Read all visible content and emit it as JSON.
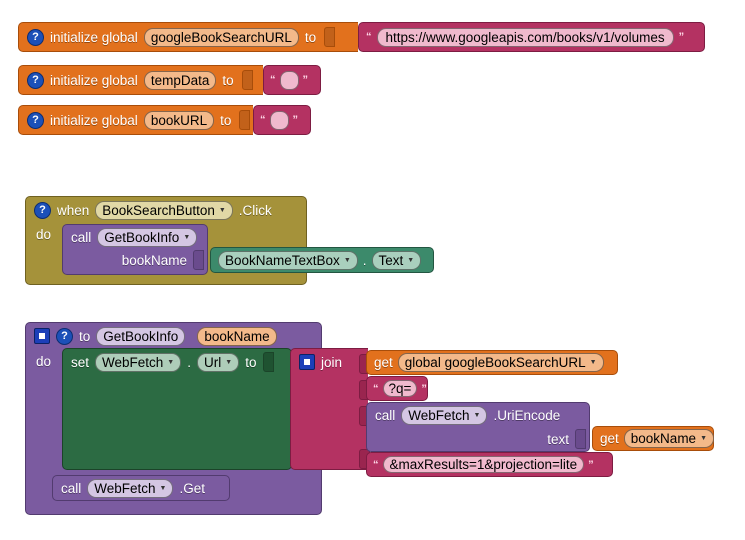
{
  "app": {
    "title": "MIT App Inventor Blocks Editor",
    "canvas_background": "#ffffff"
  },
  "palette": {
    "variable_orange": "#e2711d",
    "text_pink": "#b43262",
    "event_gold": "#a5923a",
    "procedure_purple": "#7b5ba0",
    "component_green": "#3c8a6b",
    "setter_green": "#2c6b43",
    "icon_blue": "#1c50b8"
  },
  "labels": {
    "initialize_global": "initialize global",
    "to": "to",
    "when": "when",
    "do": "do",
    "call": "call",
    "set": "set",
    "join": "join",
    "get": "get",
    "text_param": "text",
    "dot": ".",
    "help_icon": "?",
    "quote_open": "“",
    "quote_close": "”"
  },
  "blocks": {
    "global_1": {
      "name": "googleBookSearchURL",
      "value": "https://www.googleapis.com/books/v1/volumes"
    },
    "global_2": {
      "name": "tempData",
      "value": ""
    },
    "global_3": {
      "name": "bookURL",
      "value": ""
    },
    "event_handler": {
      "component": "BookSearchButton",
      "event": ".Click",
      "call_procedure": "GetBookInfo",
      "arg_label": "bookName",
      "arg_component": "BookNameTextBox",
      "arg_property": "Text"
    },
    "procedure": {
      "name": "GetBookInfo",
      "param": "bookName",
      "setter": {
        "component": "WebFetch",
        "property": "Url"
      },
      "join_items": [
        {
          "type": "variable-get",
          "text": "global googleBookSearchURL"
        },
        {
          "type": "text",
          "text": "?q="
        },
        {
          "type": "method-call",
          "component": "WebFetch",
          "method": ".UriEncode",
          "arg_label": "text",
          "arg_value": "bookName"
        },
        {
          "type": "text",
          "text": "&maxResults=1&projection=lite"
        }
      ],
      "final_call": {
        "component": "WebFetch",
        "method": ".Get"
      }
    }
  }
}
